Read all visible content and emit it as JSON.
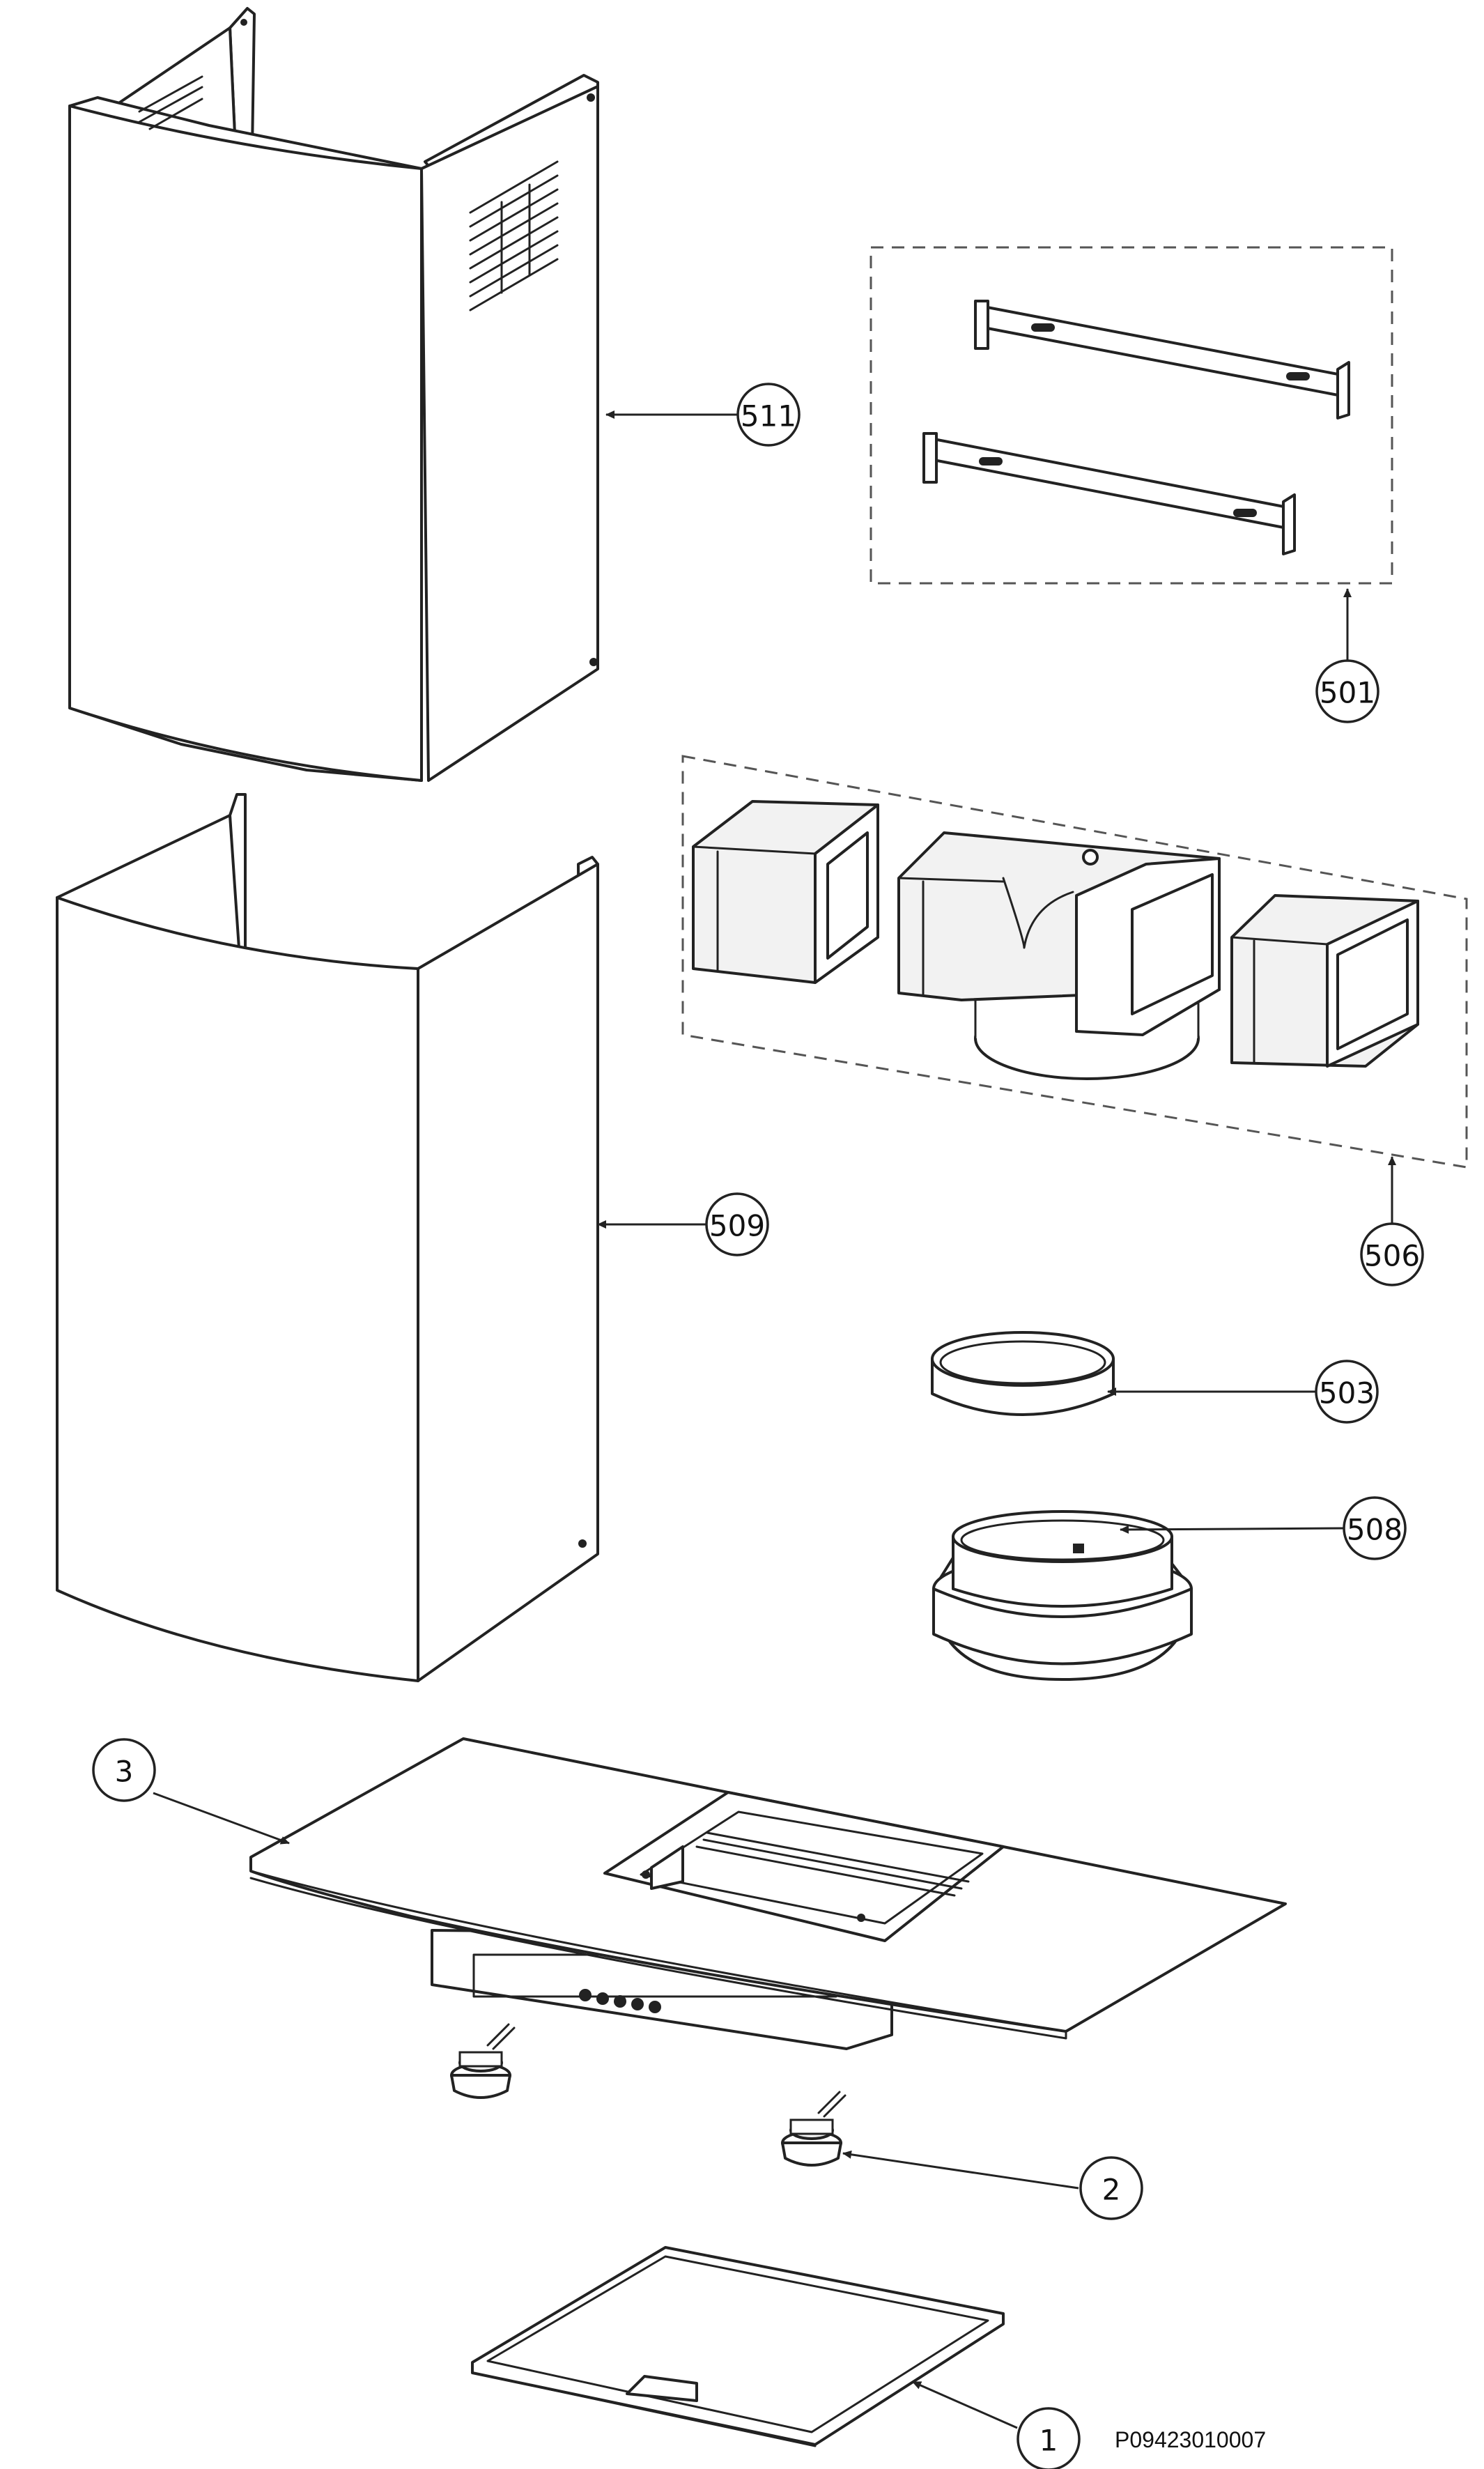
{
  "diagram": {
    "drawing_code": "P09423010007",
    "callouts": {
      "c511": "511",
      "c501": "501",
      "c506": "506",
      "c509": "509",
      "c503": "503",
      "c508": "508",
      "c3": "3",
      "c2": "2",
      "c1": "1"
    },
    "colors": {
      "line": "#222222",
      "dashed_box": "#555555",
      "background": "#ffffff"
    }
  }
}
